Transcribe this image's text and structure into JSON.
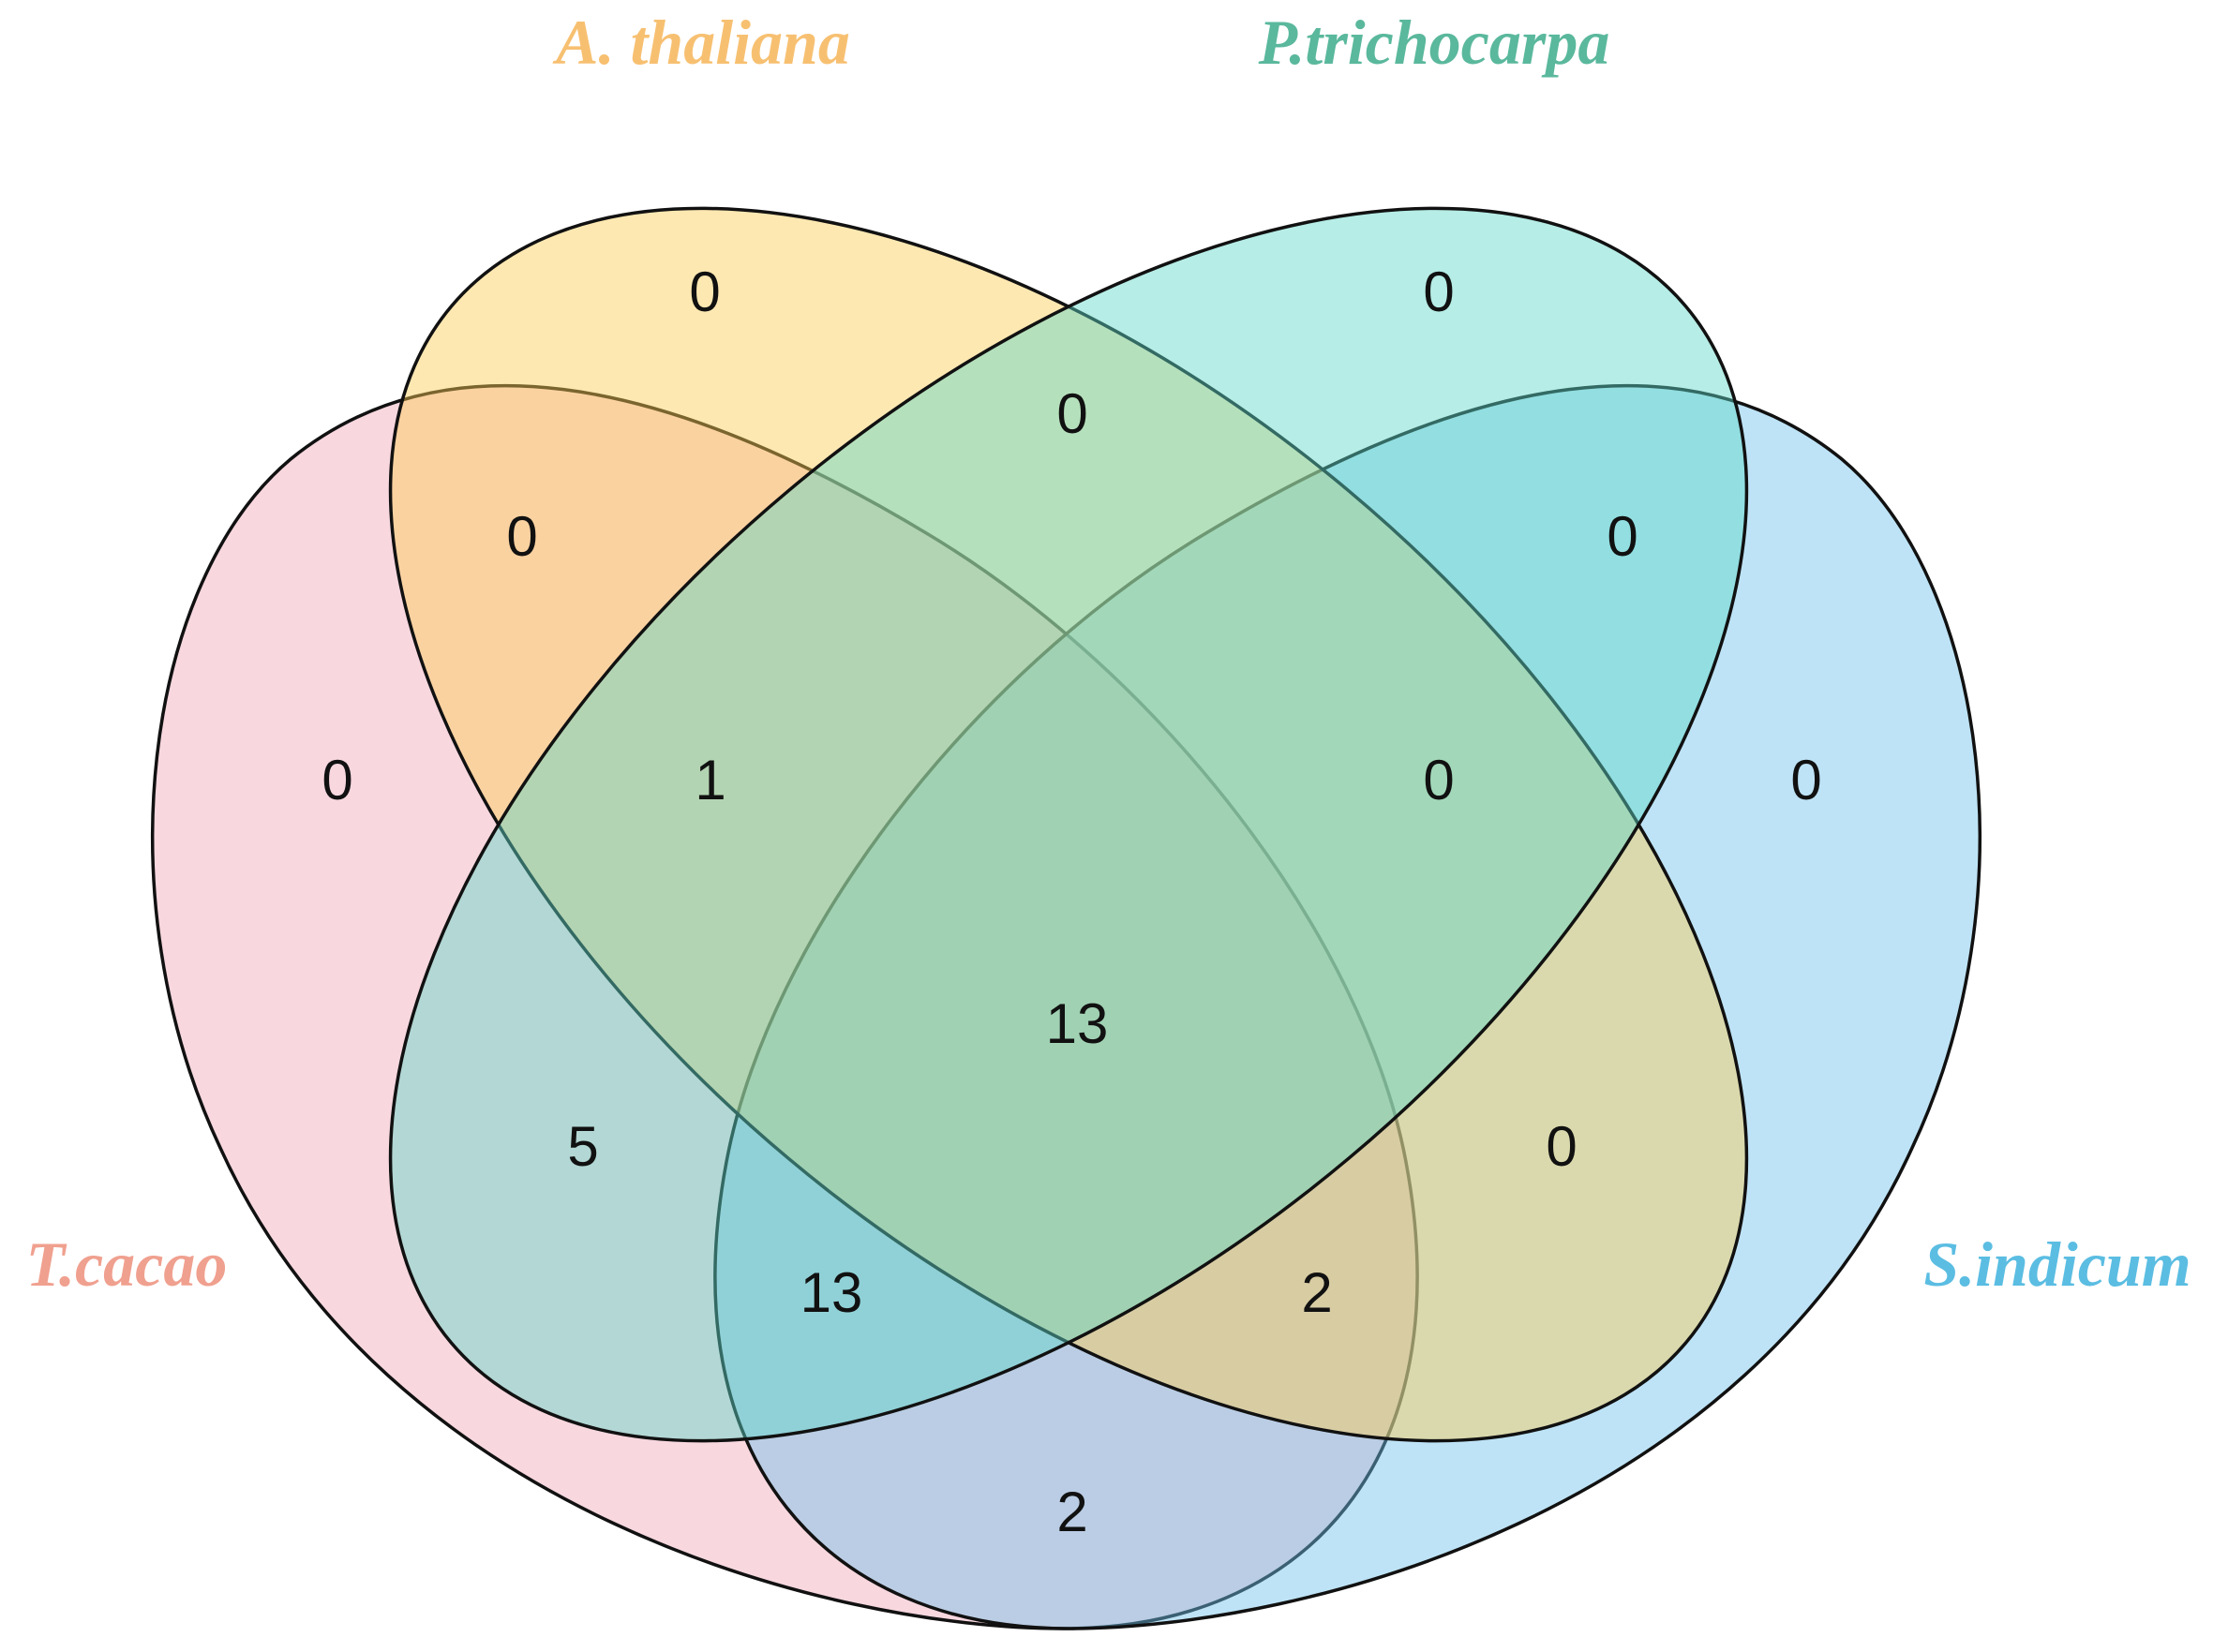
{
  "sets": [
    {
      "id": "tcacao",
      "label": "T.cacao",
      "color": "#F0A7B8",
      "label_color": "#F0A08F"
    },
    {
      "id": "athaliana",
      "label": "A. thaliana",
      "color": "#FCCB55",
      "label_color": "#F7C071"
    },
    {
      "id": "ptrichocarpa",
      "label": "P.trichocarpa",
      "color": "#5ED8C8",
      "label_color": "#5AB89C"
    },
    {
      "id": "sindicum",
      "label": "S.indicum",
      "color": "#6EC0EC",
      "label_color": "#5BBDE2"
    }
  ],
  "regions": [
    {
      "id": "a-only",
      "sets": [
        "athaliana"
      ],
      "value": "0"
    },
    {
      "id": "p-only",
      "sets": [
        "ptrichocarpa"
      ],
      "value": "0"
    },
    {
      "id": "a-p",
      "sets": [
        "athaliana",
        "ptrichocarpa"
      ],
      "value": "0"
    },
    {
      "id": "t-a",
      "sets": [
        "tcacao",
        "athaliana"
      ],
      "value": "0"
    },
    {
      "id": "p-s",
      "sets": [
        "ptrichocarpa",
        "sindicum"
      ],
      "value": "0"
    },
    {
      "id": "t-only",
      "sets": [
        "tcacao"
      ],
      "value": "0"
    },
    {
      "id": "t-a-p",
      "sets": [
        "tcacao",
        "athaliana",
        "ptrichocarpa"
      ],
      "value": "1"
    },
    {
      "id": "a-p-s",
      "sets": [
        "athaliana",
        "ptrichocarpa",
        "sindicum"
      ],
      "value": "0"
    },
    {
      "id": "s-only",
      "sets": [
        "sindicum"
      ],
      "value": "0"
    },
    {
      "id": "all",
      "sets": [
        "tcacao",
        "athaliana",
        "ptrichocarpa",
        "sindicum"
      ],
      "value": "13"
    },
    {
      "id": "t-p",
      "sets": [
        "tcacao",
        "ptrichocarpa"
      ],
      "value": "5"
    },
    {
      "id": "a-s",
      "sets": [
        "athaliana",
        "sindicum"
      ],
      "value": "0"
    },
    {
      "id": "t-p-s",
      "sets": [
        "tcacao",
        "ptrichocarpa",
        "sindicum"
      ],
      "value": "13"
    },
    {
      "id": "t-a-s",
      "sets": [
        "tcacao",
        "athaliana",
        "sindicum"
      ],
      "value": "2"
    },
    {
      "id": "t-s",
      "sets": [
        "tcacao",
        "sindicum"
      ],
      "value": "2"
    }
  ]
}
